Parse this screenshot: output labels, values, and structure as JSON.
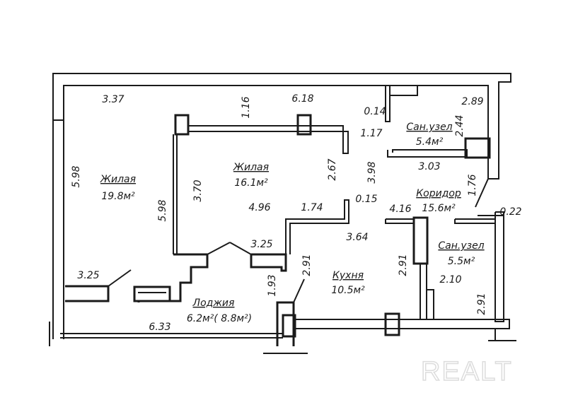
{
  "plan": {
    "rooms": [
      {
        "name": "Жилая",
        "area": "19.8м²"
      },
      {
        "name": "Жилая",
        "area": "16.1м²"
      },
      {
        "name": "Сан.узел",
        "area": "5.4м²"
      },
      {
        "name": "Коридор",
        "area": "15.6м²"
      },
      {
        "name": "Сан.узел",
        "area": "5.5м²"
      },
      {
        "name": "Кухня",
        "area": "10.5м²"
      },
      {
        "name": "Лоджия",
        "area": "6.2м²( 8.8м²)"
      }
    ],
    "dimensions": [
      "3.37",
      "1.16",
      "6.18",
      "0.14",
      "2.89",
      "2.44",
      "1.17",
      "3.03",
      "5.98",
      "5.98",
      "3.70",
      "2.67",
      "3.98",
      "1.76",
      "4.16",
      "0.22",
      "4.96",
      "1.74",
      "0.15",
      "3.64",
      "3.25",
      "2.91",
      "2.91",
      "2.10",
      "2.91",
      "3.25",
      "1.93",
      "6.33"
    ]
  },
  "watermark": "REALT",
  "colors": {
    "line": "#1a1a1a",
    "background": "#ffffff",
    "watermark": "#dcdcdc"
  }
}
